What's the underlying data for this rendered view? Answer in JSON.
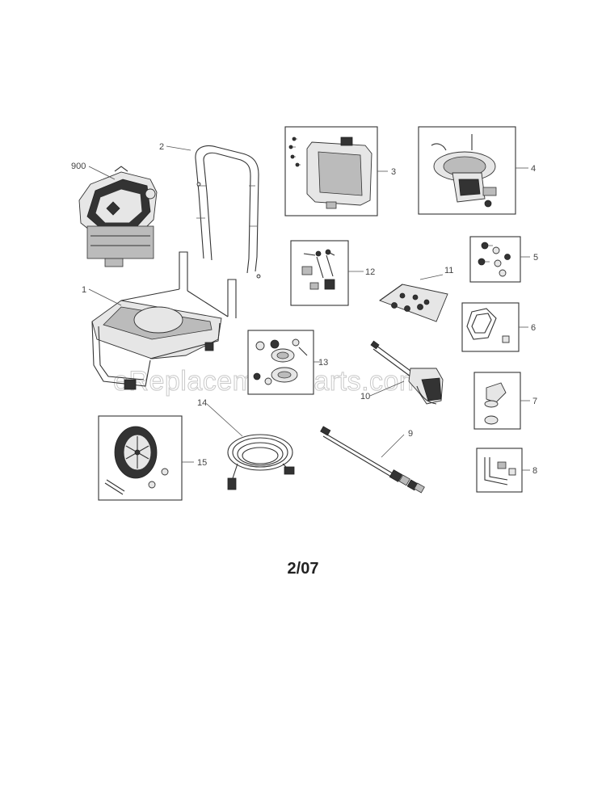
{
  "page_code": "2/07",
  "watermark": "eReplacementParts.com",
  "parts": [
    {
      "id": "engine",
      "label": "900"
    },
    {
      "id": "handle",
      "label": "2"
    },
    {
      "id": "frame",
      "label": "1"
    },
    {
      "id": "panel-kit",
      "label": "3"
    },
    {
      "id": "pump",
      "label": "4"
    },
    {
      "id": "hardware-kit-5",
      "label": "5"
    },
    {
      "id": "bracket-kit",
      "label": "6"
    },
    {
      "id": "hose-hook-kit",
      "label": "7"
    },
    {
      "id": "gun-holder-kit",
      "label": "8"
    },
    {
      "id": "wand-nozzles",
      "label": "9"
    },
    {
      "id": "spray-gun",
      "label": "10"
    },
    {
      "id": "hardware-bag",
      "label": "11"
    },
    {
      "id": "bolt-kit",
      "label": "12"
    },
    {
      "id": "foot-kit",
      "label": "13"
    },
    {
      "id": "hose",
      "label": "14"
    },
    {
      "id": "wheel-kit",
      "label": "15"
    }
  ]
}
